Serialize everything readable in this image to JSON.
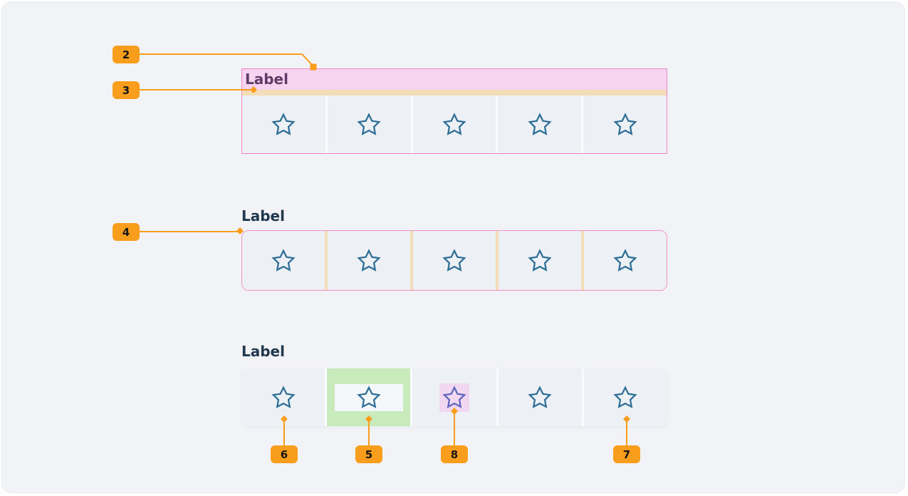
{
  "colors": {
    "accent_orange": "#F99D1C",
    "pink_border": "#EE86C4",
    "pink_fill": "#F6D3EE",
    "tan_fill": "#F3DDB8",
    "cell_bg": "#EDF1F5",
    "star_blue": "#2D6E96",
    "star_violet": "#5D66BB",
    "focus_green": "#C9EABB",
    "focus_inner_white": "#F4F7FA",
    "active_lavender": "#F2D7F2",
    "label_purple": "#5F3B6A",
    "label_navy": "#22384F"
  },
  "components": {
    "labeled": {
      "label": "Label",
      "star_count": 5,
      "cells": [
        "default",
        "default",
        "default",
        "default",
        "default"
      ]
    },
    "outlined": {
      "label": "Label",
      "star_count": 5,
      "cells": [
        "default",
        "default",
        "default",
        "default",
        "default"
      ]
    },
    "states": {
      "label": "Label",
      "star_count": 5,
      "cells": [
        "default",
        "focus",
        "active",
        "default",
        "default"
      ]
    }
  },
  "callouts": [
    {
      "number": "2"
    },
    {
      "number": "3"
    },
    {
      "number": "4"
    },
    {
      "number": "6"
    },
    {
      "number": "5"
    },
    {
      "number": "8"
    },
    {
      "number": "7"
    }
  ]
}
